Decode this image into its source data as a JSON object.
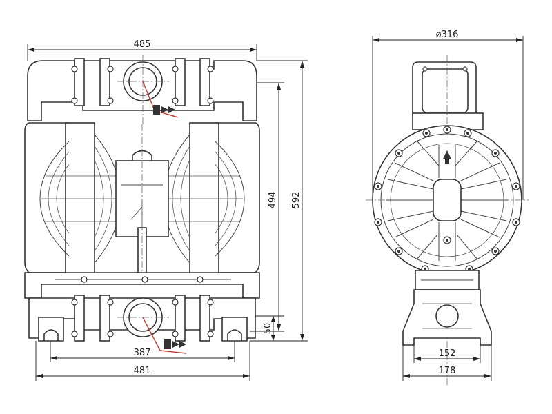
{
  "dimensions": {
    "front_top_width": "485",
    "front_flange_width": "387",
    "front_base_width": "481",
    "front_inner_height": "494",
    "front_total_height": "592",
    "front_base_height": "50",
    "side_diameter": "ø316",
    "side_base_inner": "152",
    "side_base_outer": "178"
  },
  "icons": {
    "flow_in": "flow-arrow-icon",
    "flow_out": "flow-arrow-icon",
    "flow_up": "up-arrow-icon"
  },
  "colors": {
    "lines": "#333333",
    "leader": "#c0392b"
  }
}
